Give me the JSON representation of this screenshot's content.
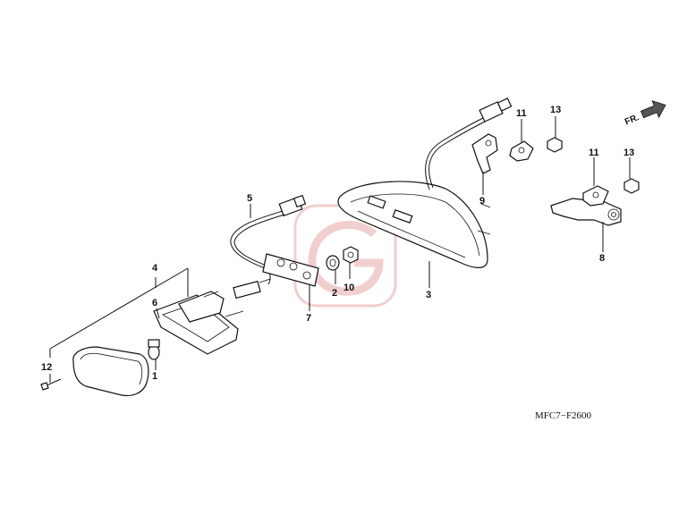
{
  "diagram": {
    "drawing_code": "MFC7−F2600",
    "direction_label": "FR.",
    "callouts": {
      "c1": "1",
      "c2": "2",
      "c3": "3",
      "c4": "4",
      "c5": "5",
      "c6": "6",
      "c7": "7",
      "c8": "8",
      "c9": "9",
      "c10": "10",
      "c11a": "11",
      "c11b": "11",
      "c12": "12",
      "c13a": "13",
      "c13b": "13"
    },
    "colors": {
      "line": "#111111",
      "watermark": "#e8a9a9",
      "direction_arrow": "#555555"
    }
  }
}
